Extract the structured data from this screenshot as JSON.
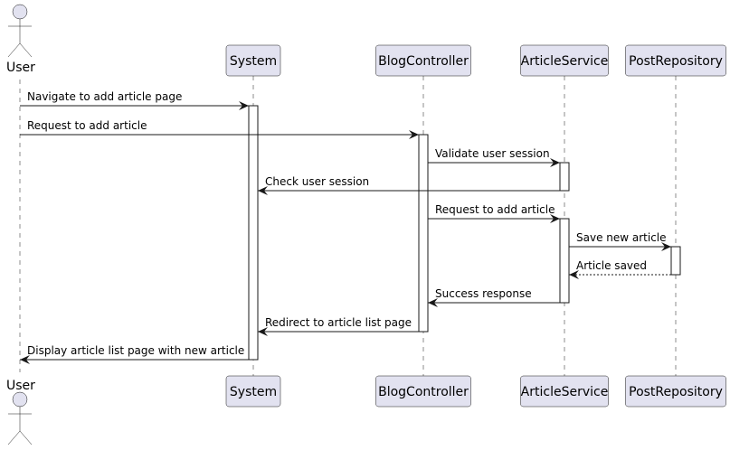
{
  "diagram": {
    "type": "sequence",
    "participants": [
      {
        "id": "user",
        "label": "User",
        "kind": "actor"
      },
      {
        "id": "system",
        "label": "System",
        "kind": "participant"
      },
      {
        "id": "blog",
        "label": "BlogController",
        "kind": "participant"
      },
      {
        "id": "article",
        "label": "ArticleService",
        "kind": "participant"
      },
      {
        "id": "repo",
        "label": "PostRepository",
        "kind": "participant"
      }
    ],
    "messages": [
      {
        "from": "user",
        "to": "system",
        "label": "Navigate to add article page",
        "style": "solid"
      },
      {
        "from": "user",
        "to": "blog",
        "label": "Request to add article",
        "style": "solid"
      },
      {
        "from": "blog",
        "to": "article",
        "label": "Validate user session",
        "style": "solid"
      },
      {
        "from": "article",
        "to": "system",
        "label": "Check user session",
        "style": "solid"
      },
      {
        "from": "blog",
        "to": "article",
        "label": "Request to add article",
        "style": "solid"
      },
      {
        "from": "article",
        "to": "repo",
        "label": "Save new article",
        "style": "solid"
      },
      {
        "from": "repo",
        "to": "article",
        "label": "Article saved",
        "style": "dashed"
      },
      {
        "from": "article",
        "to": "blog",
        "label": "Success response",
        "style": "solid"
      },
      {
        "from": "blog",
        "to": "system",
        "label": "Redirect to article list page",
        "style": "solid"
      },
      {
        "from": "system",
        "to": "user",
        "label": "Display article list page with new article",
        "style": "solid"
      }
    ],
    "activations": [
      {
        "participant": "system",
        "from_message": 0,
        "to_message": 9
      },
      {
        "participant": "blog",
        "from_message": 1,
        "to_message": 8
      },
      {
        "participant": "article",
        "from_message": 2,
        "to_message": 3
      },
      {
        "participant": "article",
        "from_message": 4,
        "to_message": 7
      },
      {
        "participant": "repo",
        "from_message": 5,
        "to_message": 6
      }
    ],
    "colors": {
      "participant_fill": "#e2e2f0",
      "participant_border": "#181818",
      "lifeline": "#181818",
      "activation_fill": "#ffffff",
      "arrow": "#181818",
      "text": "#000000"
    }
  }
}
